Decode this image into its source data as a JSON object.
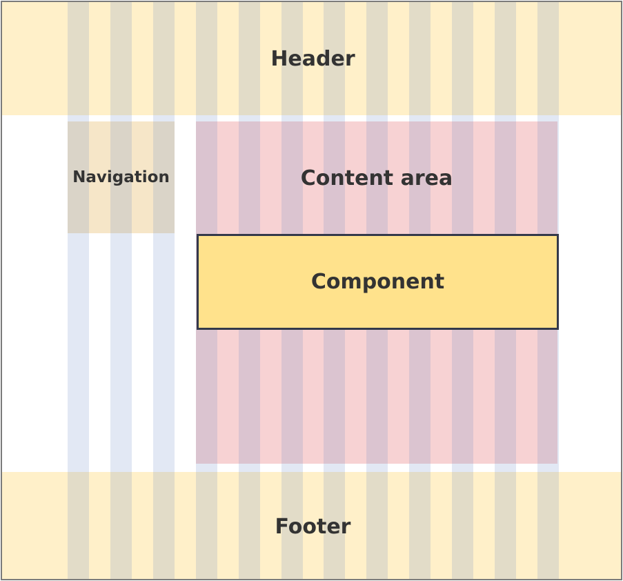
{
  "diagram": {
    "header": "Header",
    "navigation": "Navigation",
    "content_area": "Content area",
    "component": "Component",
    "footer": "Footer",
    "grid_columns": 12
  },
  "colors": {
    "header_footer": "#fff0c9",
    "navigation": "#f6e6c8",
    "content_area": "#f7d2d3",
    "component_fill": "#ffe28c",
    "component_border": "#33394a",
    "grid_column": "#e0e6f3",
    "frame_border": "#7a7a7a"
  }
}
